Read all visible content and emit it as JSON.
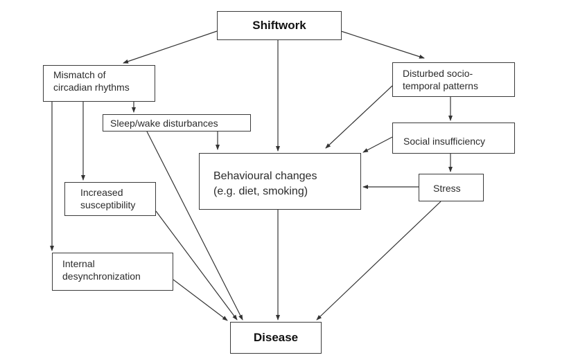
{
  "nodes": {
    "shiftwork": "Shiftwork",
    "mismatch": "Mismatch of\ncircadian rhythms",
    "sleep_wake": "Sleep/wake disturbances",
    "increased": "Increased\nsusceptibility",
    "internal": "Internal\ndesynchronization",
    "behavioural": "Behavioural changes\n(e.g. diet, smoking)",
    "disturbed": "Disturbed socio-\ntemporal patterns",
    "social": "Social insufficiency",
    "stress": "Stress",
    "disease": "Disease"
  },
  "colors": {
    "border": "#3a3a3a",
    "arrow": "#333333",
    "text": "#2b2b2b"
  }
}
